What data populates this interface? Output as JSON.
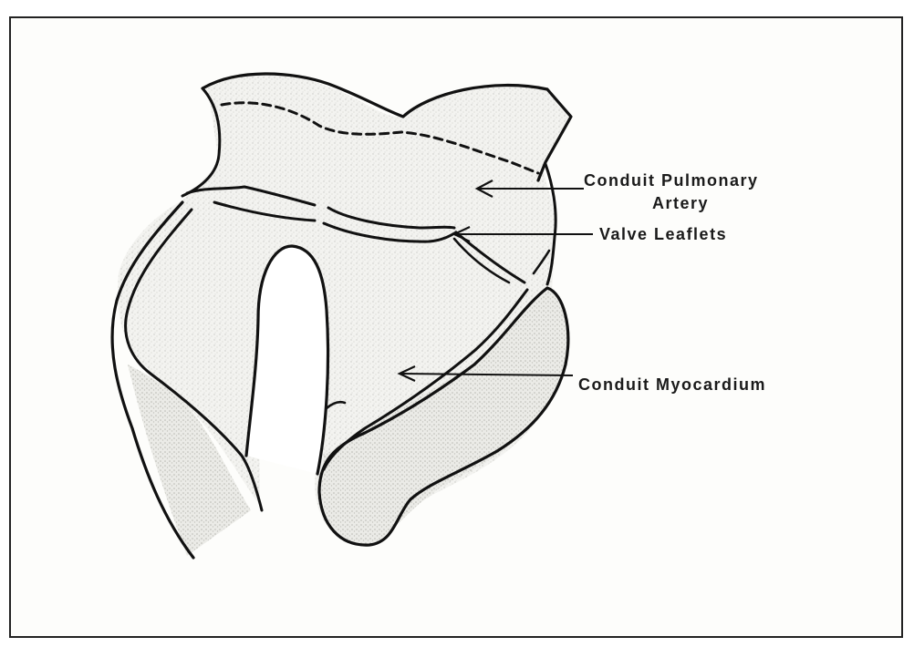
{
  "labels": {
    "pulmonary_artery_line1": "Conduit Pulmonary",
    "pulmonary_artery_line2": "Artery",
    "valve_leaflets": "Valve Leaflets",
    "myocardium": "Conduit Myocardium"
  }
}
